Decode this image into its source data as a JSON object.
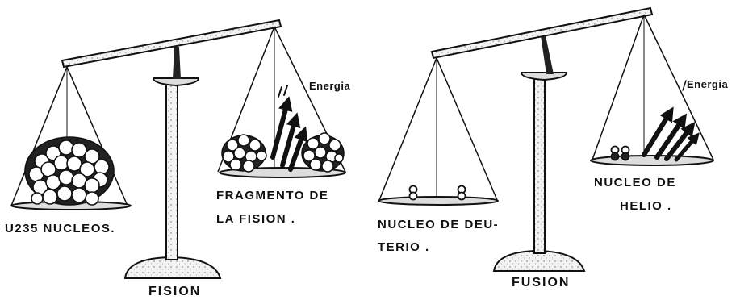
{
  "fission": {
    "title": "FISION",
    "energy": "Energia",
    "left_pan_label": "U235 NUCLEOS.",
    "right_pan_line1": "FRAGMENTO DE",
    "right_pan_line2": "LA FISION ."
  },
  "fusion": {
    "title": "FUSION",
    "energy": "Energia",
    "left_pan_line1": "NUCLEO DE DEU-",
    "left_pan_line2": "TERIO .",
    "right_pan_line1": "NUCLEO   DE",
    "right_pan_line2": "HELIO ."
  }
}
